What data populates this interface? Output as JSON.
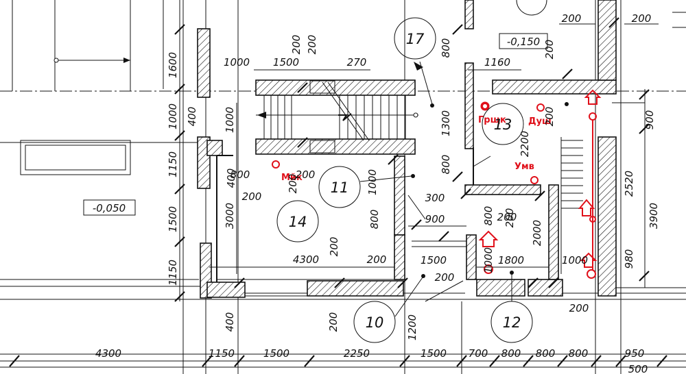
{
  "levels": {
    "left": "-0,050",
    "top": "-0,150"
  },
  "rooms": {
    "r10": "10",
    "r11": "11",
    "r12": "12",
    "r13": "13",
    "r14": "14",
    "r17": "17"
  },
  "labels": {
    "grshk": "Грщк",
    "dush": "Душ",
    "umv": "Умв",
    "mik": "Мйк"
  },
  "dims": {
    "b1": "4300",
    "b2": "1150",
    "b3": "1500",
    "b4": "2250",
    "b5": "1500",
    "b6": "700",
    "b7": "800",
    "b8": "800",
    "b9": "800",
    "b10": "950",
    "b11": "500",
    "top200a": "200",
    "top200b": "200",
    "t1000": "1000",
    "t1500": "1500",
    "t270": "270",
    "t1160": "1160",
    "v1600": "1600",
    "v1000": "1000",
    "v1150": "1150",
    "v1500": "1500",
    "v1150b": "1150",
    "v400a": "400",
    "v1000b": "1000",
    "v400b": "400",
    "v3000": "3000",
    "v200a": "200",
    "v200b": "200",
    "v800a": "800",
    "v1300": "1300",
    "v800b": "800",
    "v200c": "200",
    "v2200": "2200",
    "v900": "900",
    "v2520": "2520",
    "v3900": "3900",
    "v980": "980",
    "v400c": "400",
    "v200d": "200",
    "v1200": "1200",
    "v800c": "800",
    "v200e": "200",
    "v2000": "2000",
    "v200f": "200",
    "v200g": "200",
    "v1000c": "1000",
    "v800d": "800",
    "v1000d": "1000",
    "h800": "800",
    "h200": "200",
    "h4300": "4300",
    "h200b": "200",
    "h200c": "200",
    "h300": "300",
    "h900": "900",
    "h1500": "1500",
    "h200d": "200",
    "h1800": "1800",
    "h1000": "1000",
    "h200e": "200",
    "h200f": "200"
  }
}
